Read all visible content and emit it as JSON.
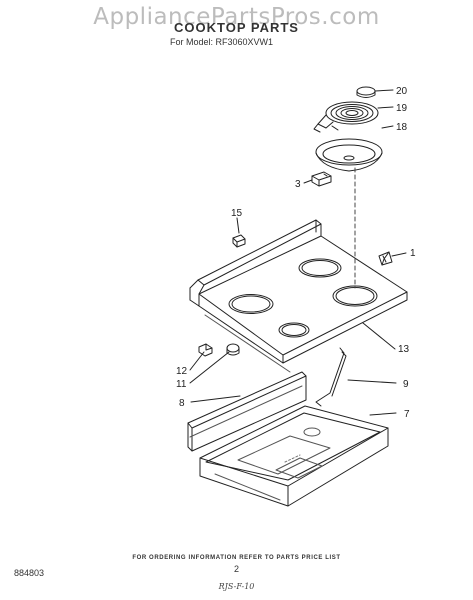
{
  "watermark": "AppliancePartsPros.com",
  "title": "COOKTOP PARTS",
  "model_line": "For Model: RF3060XVW1",
  "callouts": {
    "c1": "1",
    "c3": "3",
    "c7": "7",
    "c8": "8",
    "c9": "9",
    "c11": "11",
    "c12": "12",
    "c13": "13",
    "c15": "15",
    "c18": "18",
    "c19": "19",
    "c20": "20"
  },
  "footer": {
    "note": "FOR ORDERING INFORMATION REFER TO PARTS PRICE LIST",
    "code": "884803",
    "page": "2",
    "handwritten": "RJS-F-10"
  }
}
